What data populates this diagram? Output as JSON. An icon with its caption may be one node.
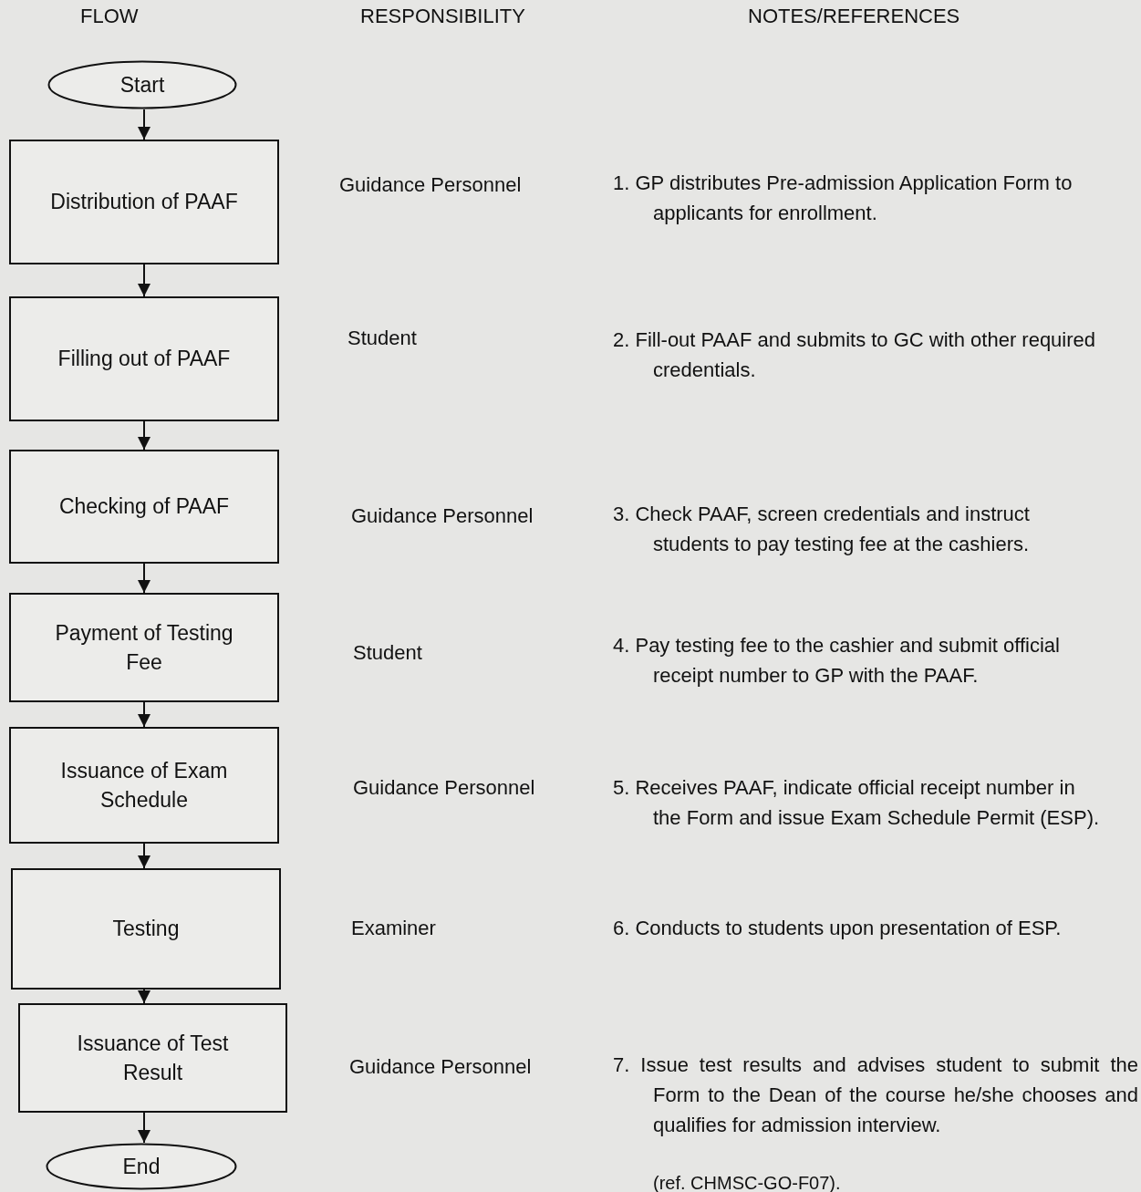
{
  "diagram": {
    "nodes": [
      {
        "text": [
          "Start"
        ]
      },
      {
        "text": [
          "Distribution of PAAF"
        ]
      },
      {
        "text": [
          "Filling out of PAAF"
        ]
      },
      {
        "text": [
          "Checking of PAAF"
        ]
      },
      {
        "text": [
          "Payment of Testing Fee"
        ]
      },
      {
        "text": [
          "Issuance of Exam Schedule"
        ]
      },
      {
        "text": [
          "Testing"
        ]
      },
      {
        "text": [
          "Issuance of Test Result"
        ]
      },
      {
        "text": [
          "End"
        ]
      }
    ],
    "edges": [
      {
        "from": 0,
        "to": 1,
        "arrow": "to"
      },
      {
        "from": 1,
        "to": 2,
        "arrow": "to"
      },
      {
        "from": 2,
        "to": 3,
        "arrow": "to"
      },
      {
        "from": 3,
        "to": 4,
        "arrow": "to"
      },
      {
        "from": 4,
        "to": 5,
        "arrow": "to"
      },
      {
        "from": 5,
        "to": 6,
        "arrow": "to"
      },
      {
        "from": 6,
        "to": 7,
        "arrow": "to"
      },
      {
        "from": 7,
        "to": 8,
        "arrow": "to"
      }
    ],
    "labels": [
      "FLOW",
      "RESPONSIBILITY",
      "NOTES/REFERENCES",
      "Guidance Personnel",
      "1. GP distributes Pre-admission Application Form to applicants for enrollment.",
      "Student",
      "2. Fill-out PAAF and submits to GC with other required credentials.",
      "Guidance Personnel",
      "3. Check PAAF, screen credentials and instruct students to pay testing fee at the cashiers.",
      "Student",
      "4. Pay testing fee to the cashier and submit official receipt number to GP with the PAAF.",
      "Guidance Personnel",
      "5. Receives PAAF, indicate official receipt number in the Form and issue Exam Schedule Permit (ESP).",
      "Examiner",
      "6. Conducts to students upon presentation of ESP.",
      "Guidance Personnel",
      "7. Issue test results and advises student to submit the Form to the Dean of the course he/she chooses and qualifies for admission interview.",
      "(ref. CHMSC-GO-F07)."
    ]
  }
}
